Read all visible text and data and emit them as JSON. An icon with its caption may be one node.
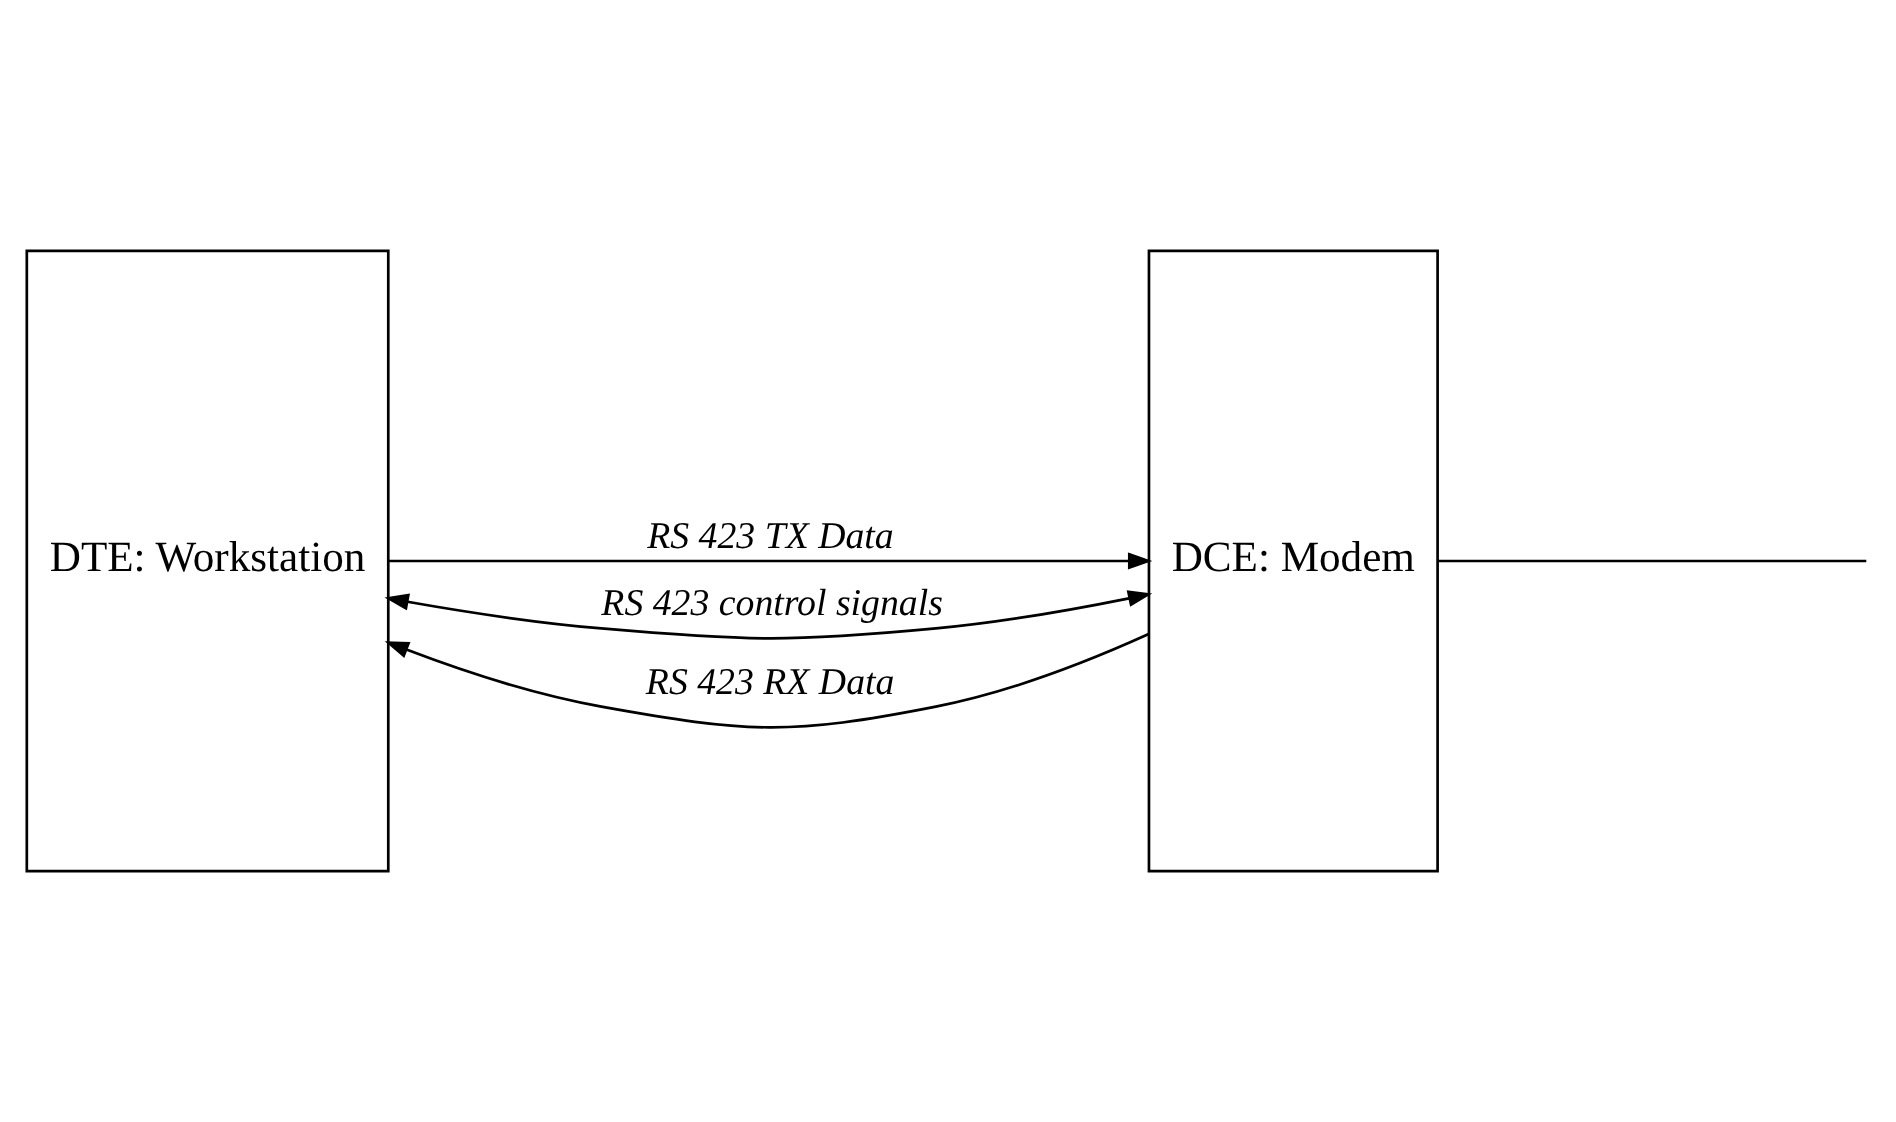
{
  "diagram": {
    "nodes": [
      {
        "text": [
          "DTE: Workstation"
        ]
      },
      {
        "text": [
          "DCE: Modem"
        ]
      }
    ],
    "edges": [
      {
        "from": 0,
        "to": 1,
        "arrow": "to",
        "label": "RS 423 TX Data"
      },
      {
        "from": 0,
        "to": 1,
        "arrow": "both",
        "label": "RS 423 control signals"
      },
      {
        "from": 1,
        "to": 0,
        "arrow": "to",
        "label": "RS 423 RX Data"
      },
      {
        "from": 1,
        "to": null,
        "arrow": "none"
      }
    ]
  }
}
